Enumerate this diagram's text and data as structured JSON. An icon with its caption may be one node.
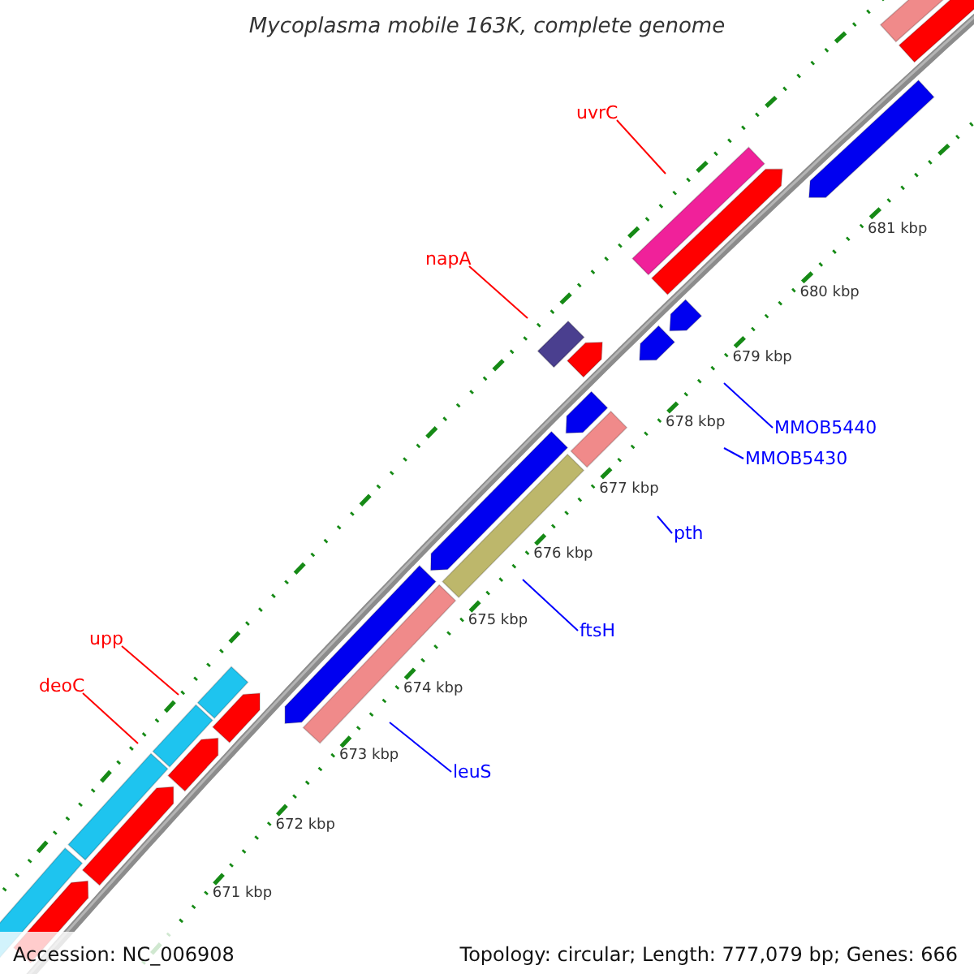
{
  "diagram": {
    "title": "Mycoplasma mobile 163K, complete genome",
    "nodes": [
      {
        "text": [
          "uvrC"
        ]
      },
      {
        "text": [
          "napA"
        ]
      },
      {
        "text": [
          "MMOB5440"
        ]
      },
      {
        "text": [
          "MMOB5430"
        ]
      },
      {
        "text": [
          "pth"
        ]
      },
      {
        "text": [
          "ftsH"
        ]
      },
      {
        "text": [
          "upp"
        ]
      },
      {
        "text": [
          "deoC"
        ]
      },
      {
        "text": [
          "leuS"
        ]
      }
    ],
    "edges": [
      {
        "from": 0,
        "to": null,
        "arrow": "none",
        "color": "#ff0000"
      },
      {
        "from": 1,
        "to": null,
        "arrow": "none",
        "color": "#ff0000"
      },
      {
        "from": 2,
        "to": null,
        "arrow": "none"
      },
      {
        "from": 3,
        "to": null,
        "arrow": "none"
      },
      {
        "from": 4,
        "to": null,
        "arrow": "none"
      },
      {
        "from": 5,
        "to": null,
        "arrow": "none"
      },
      {
        "from": 6,
        "to": null,
        "arrow": "none",
        "color": "#ff0000"
      },
      {
        "from": 7,
        "to": null,
        "arrow": "none",
        "color": "#ff0000"
      },
      {
        "from": 8,
        "to": null,
        "arrow": "none"
      }
    ],
    "labels": [
      "671 kbp",
      "672 kbp",
      "673 kbp",
      "674 kbp",
      "675 kbp",
      "676 kbp",
      "677 kbp",
      "678 kbp",
      "679 kbp",
      "680 kbp",
      "681 kbp",
      "Accession: NC_006908",
      "Topology: circular; Length: 777,079 bp; Genes: 666"
    ]
  }
}
